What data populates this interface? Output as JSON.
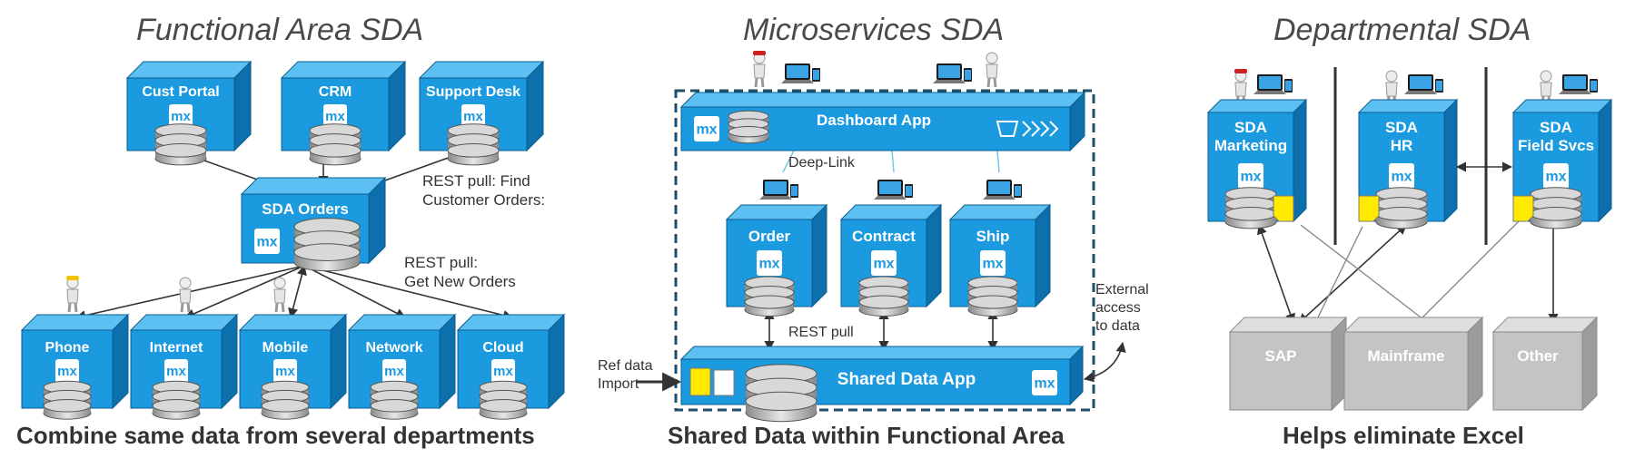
{
  "sections": {
    "functional": {
      "title": "Functional Area SDA",
      "caption": "Combine same data from several departments",
      "top_apps": [
        "Cust Portal",
        "CRM",
        "Support Desk"
      ],
      "hub": "SDA Orders",
      "rest_find_line1": "REST pull: Find",
      "rest_find_line2": "Customer Orders:",
      "rest_get_line1": "REST pull:",
      "rest_get_line2": "Get New Orders",
      "bottom_apps": [
        "Phone",
        "Internet",
        "Mobile",
        "Network",
        "Cloud"
      ]
    },
    "micro": {
      "title": "Microservices SDA",
      "caption": "Shared Data within Functional Area",
      "dashboard": "Dashboard App",
      "deep_link": "Deep-Link",
      "services": [
        "Order",
        "Contract",
        "Ship"
      ],
      "rest_pull": "REST pull",
      "shared": "Shared Data App",
      "ref_line1": "Ref data",
      "ref_line2": "Import",
      "external_line1": "External",
      "external_line2": "access",
      "external_line3": "to data"
    },
    "departmental": {
      "title": "Departmental SDA",
      "caption": "Helps eliminate Excel",
      "apps": [
        {
          "line1": "SDA",
          "line2": "Marketing"
        },
        {
          "line1": "SDA",
          "line2": "HR"
        },
        {
          "line1": "SDA",
          "line2": "Field Svcs"
        }
      ],
      "legacy": [
        "SAP",
        "Mainframe",
        "Other"
      ]
    }
  },
  "mx_logo": "mx",
  "colors": {
    "cube_front": "#1b9ae0",
    "cube_top": "#5cc0f2",
    "cube_side": "#0d6fab",
    "gray_front": "#c4c4c4",
    "gray_top": "#dedede",
    "gray_side": "#9c9c9c",
    "arrow": "#333333",
    "dashed_border": "#1f4e6b"
  }
}
